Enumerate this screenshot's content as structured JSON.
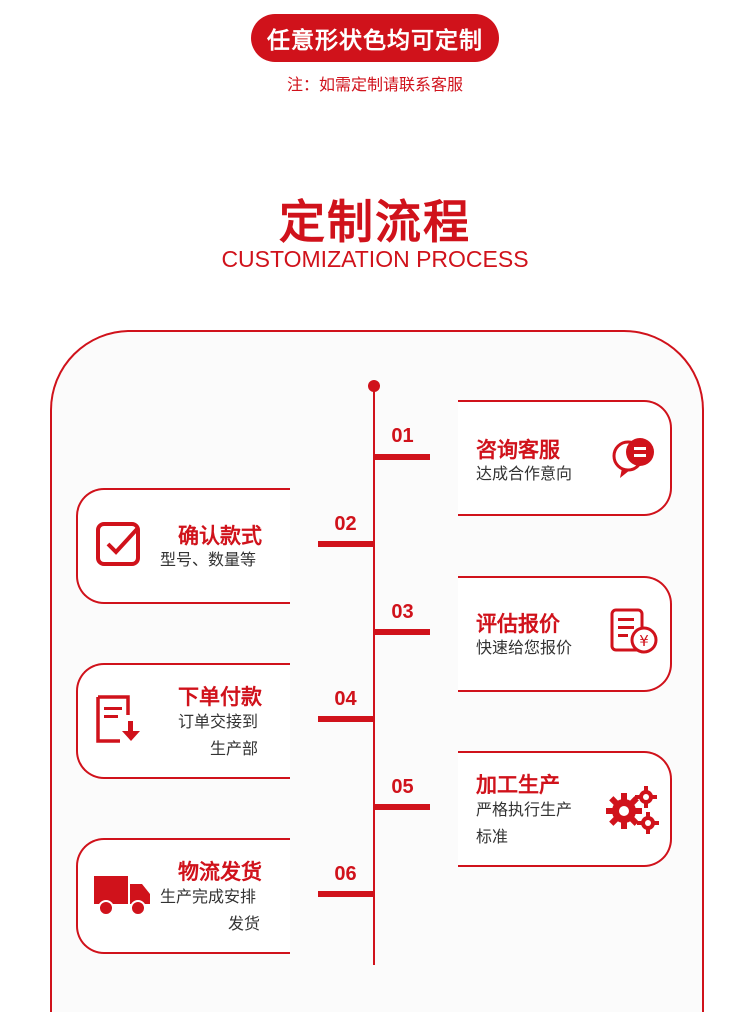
{
  "header": {
    "badge": "任意形状色均可定制",
    "note": "注：如需定制请联系客服"
  },
  "section": {
    "title": "定制流程",
    "subtitle": "CUSTOMIZATION PROCESS"
  },
  "steps": [
    {
      "num": "01",
      "title": "咨询客服",
      "desc1": "达成合作意向",
      "desc2": "",
      "icon": "chat-bubbles-icon"
    },
    {
      "num": "02",
      "title": "确认款式",
      "desc1": "型号、数量等",
      "desc2": "",
      "icon": "checkbox-icon"
    },
    {
      "num": "03",
      "title": "评估报价",
      "desc1": "快速给您报价",
      "desc2": "",
      "icon": "invoice-yen-icon"
    },
    {
      "num": "04",
      "title": "下单付款",
      "desc1": "订单交接到",
      "desc2": "生产部",
      "icon": "document-download-icon"
    },
    {
      "num": "05",
      "title": "加工生产",
      "desc1": "严格执行生产",
      "desc2": "标准",
      "icon": "gears-icon"
    },
    {
      "num": "06",
      "title": "物流发货",
      "desc1": "生产完成安排",
      "desc2": "发货",
      "icon": "truck-icon"
    }
  ],
  "colors": {
    "accent": "#d0121b"
  }
}
